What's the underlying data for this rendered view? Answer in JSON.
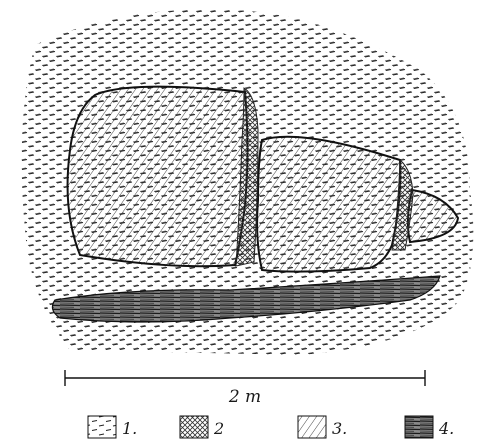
{
  "scale_bar": {
    "label": "2 m"
  },
  "legend": [
    {
      "number": "1.",
      "pattern": "dashed-flecks"
    },
    {
      "number": "2",
      "pattern": "cross-hatch"
    },
    {
      "number": "3.",
      "pattern": "diagonal-hatch"
    },
    {
      "number": "4.",
      "pattern": "dark-fibrous"
    }
  ],
  "colors": {
    "ink": "#1a1a1a",
    "paper": "#ffffff"
  }
}
